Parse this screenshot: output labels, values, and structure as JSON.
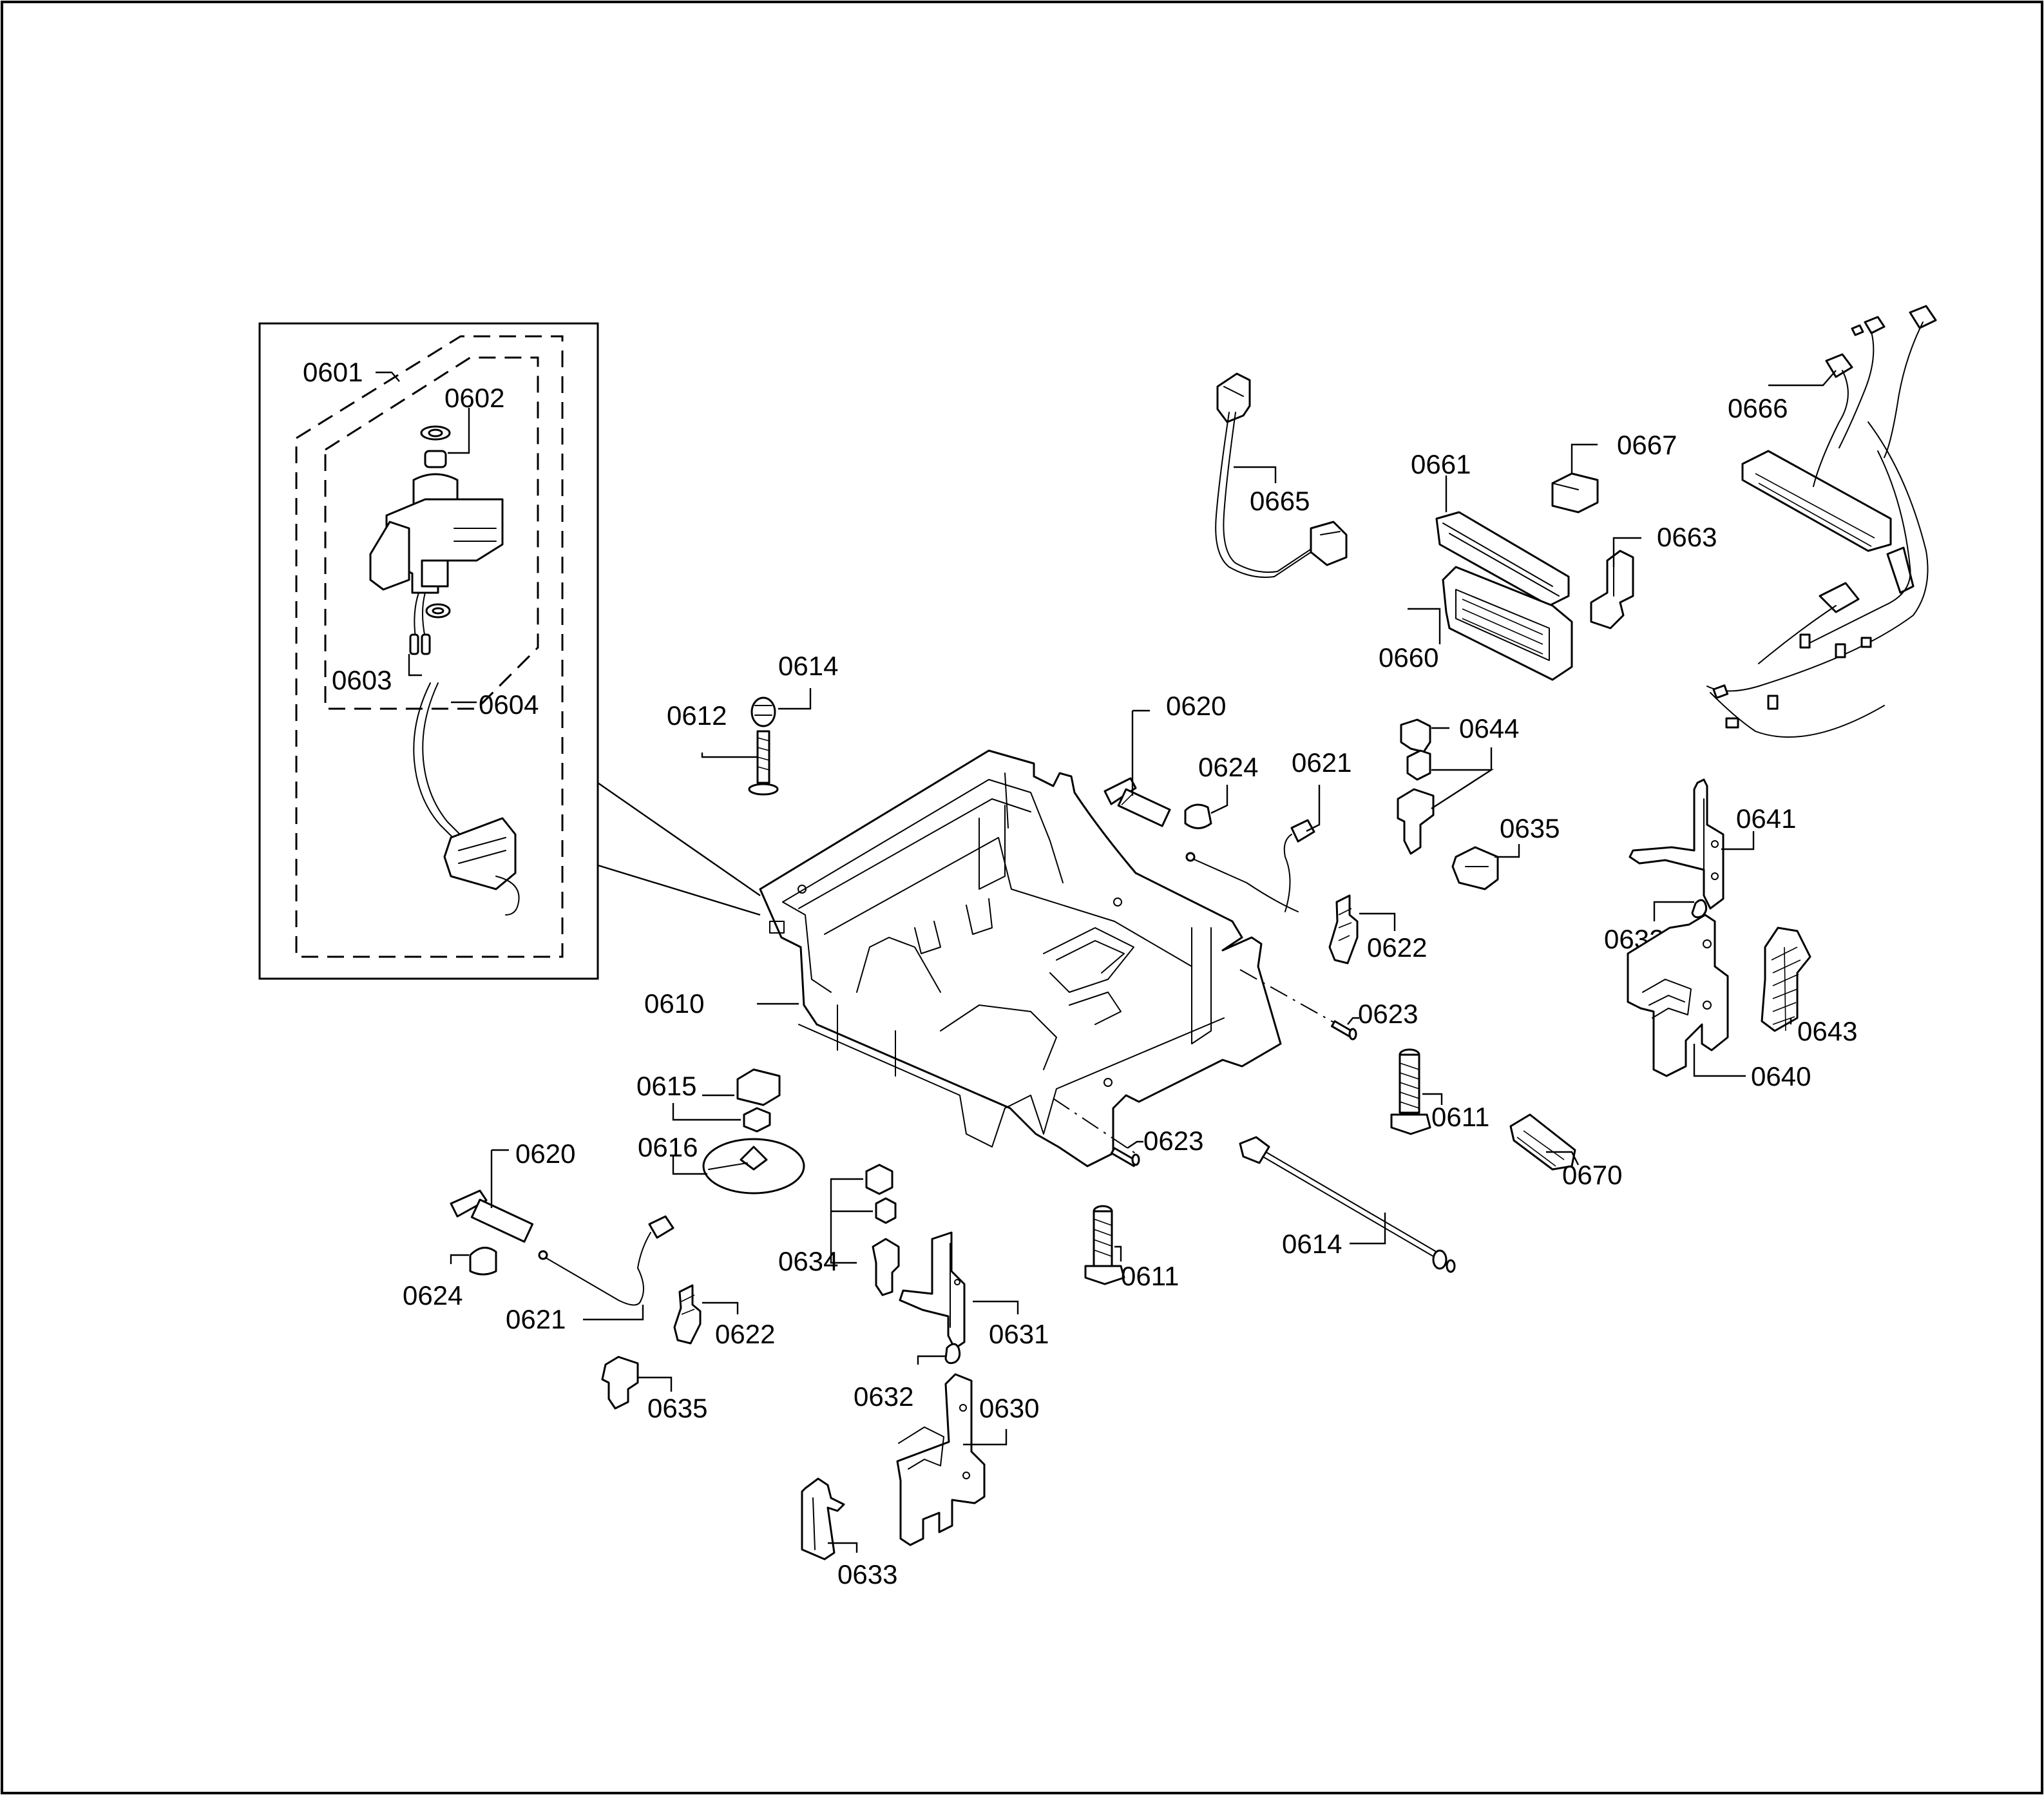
{
  "parts": {
    "p0601": "0601",
    "p0602": "0602",
    "p0603": "0603",
    "p0604": "0604",
    "p0610": "0610",
    "p0611a": "0611",
    "p0611b": "0611",
    "p0612": "0612",
    "p0614a": "0614",
    "p0614b": "0614",
    "p0615": "0615",
    "p0616": "0616",
    "p0620a": "0620",
    "p0620b": "0620",
    "p0621a": "0621",
    "p0621b": "0621",
    "p0622a": "0622",
    "p0622b": "0622",
    "p0623a": "0623",
    "p0623b": "0623",
    "p0624a": "0624",
    "p0624b": "0624",
    "p0630": "0630",
    "p0631": "0631",
    "p0632a": "0632",
    "p0632b": "0632",
    "p0633": "0633",
    "p0634": "0634",
    "p0635a": "0635",
    "p0635b": "0635",
    "p0640": "0640",
    "p0641": "0641",
    "p0643": "0643",
    "p0644": "0644",
    "p0660": "0660",
    "p0661": "0661",
    "p0663": "0663",
    "p0665": "0665",
    "p0666": "0666",
    "p0667": "0667",
    "p0670": "0670"
  }
}
